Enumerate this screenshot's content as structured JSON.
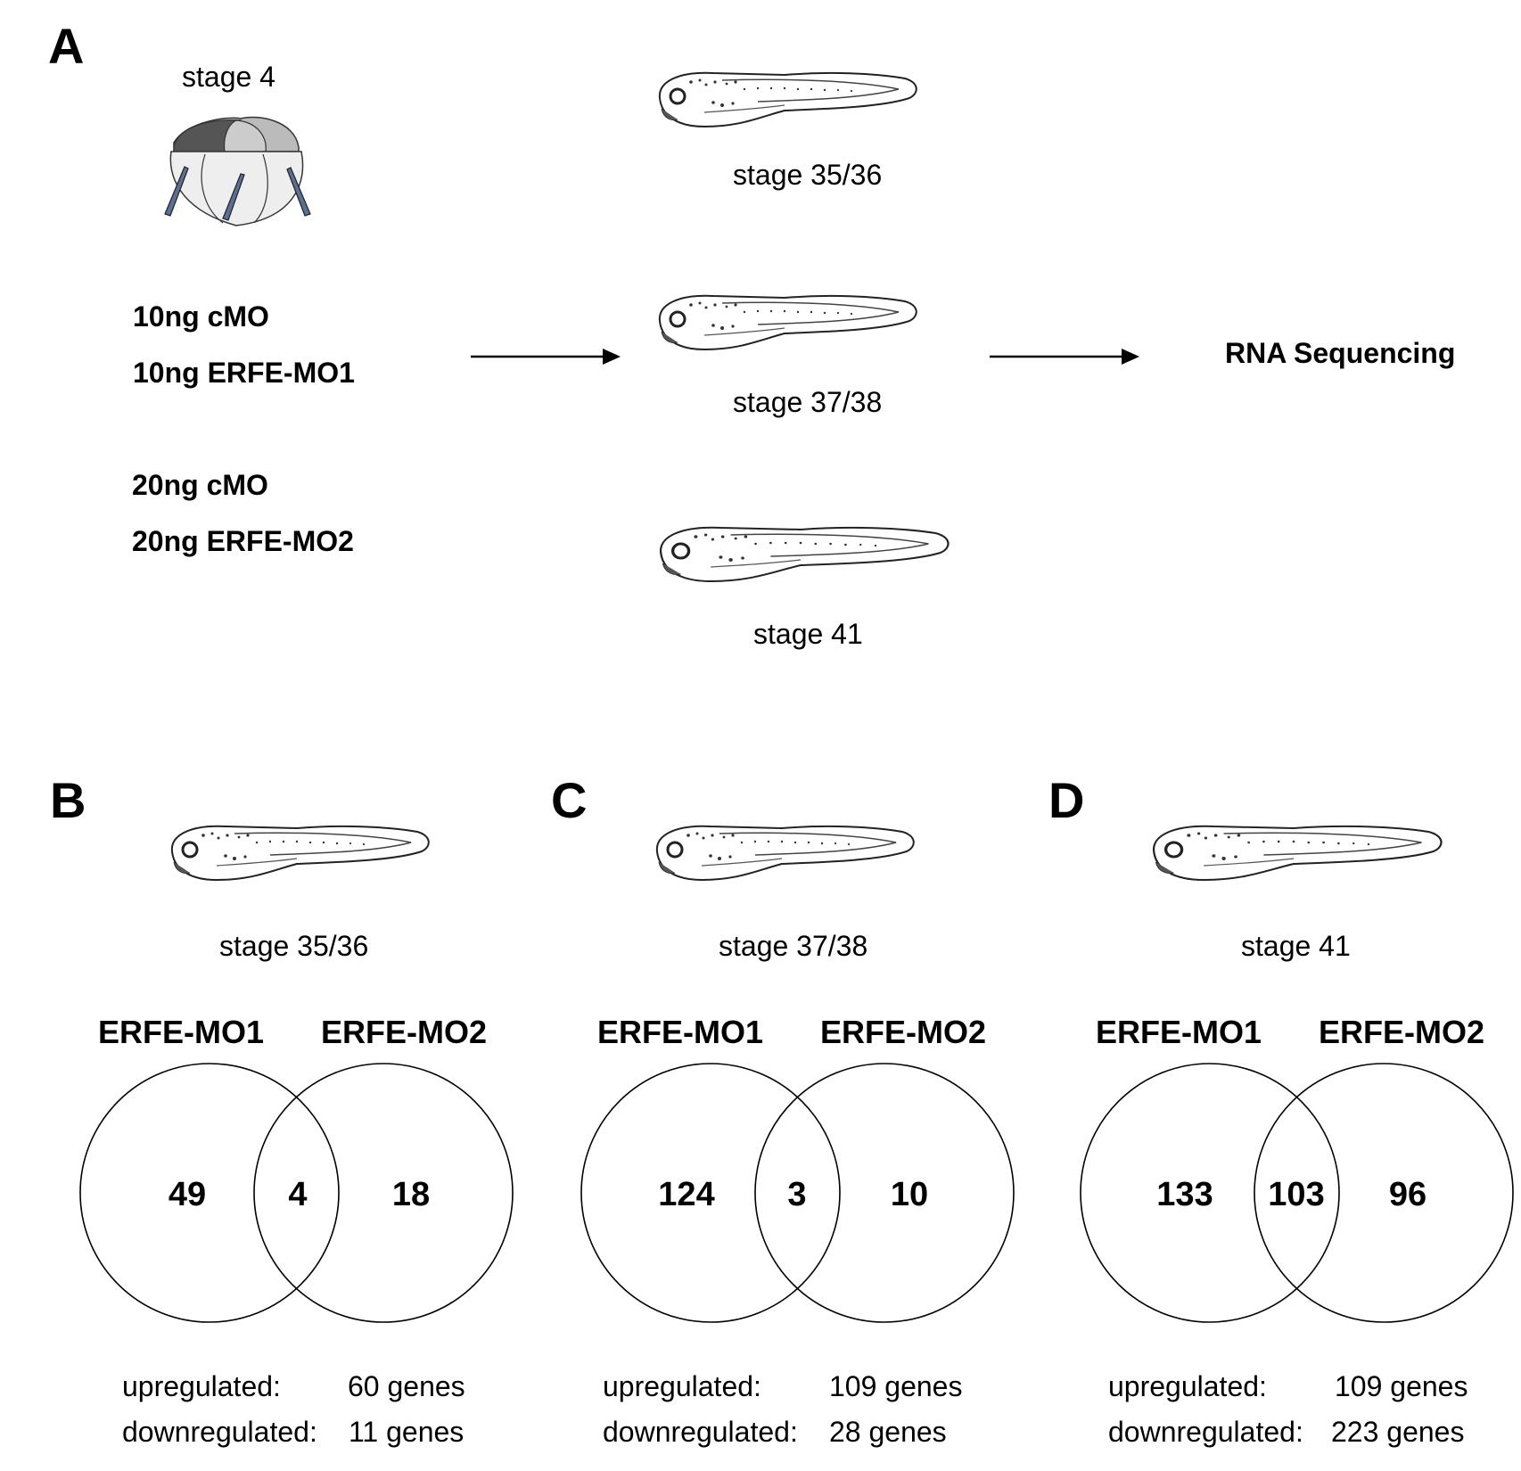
{
  "panel_a": {
    "letter": "A",
    "egg_label": "stage 4",
    "stages": [
      "stage 35/36",
      "stage 37/38",
      "stage 41"
    ],
    "injections": [
      "10ng cMO",
      "10ng ERFE-MO1",
      "20ng cMO",
      "20ng ERFE-MO2"
    ],
    "output_label": "RNA Sequencing",
    "needle_color": "#5b6f95"
  },
  "panels": [
    {
      "letter": "B",
      "stage": "stage 35/36",
      "set_labels": [
        "ERFE-MO1",
        "ERFE-MO2"
      ],
      "only_mo1": "49",
      "overlap": "4",
      "only_mo2": "18",
      "upregulated_label": "upregulated:",
      "upregulated_value": "60 genes",
      "downregulated_label": "downregulated:",
      "downregulated_value": "11 genes"
    },
    {
      "letter": "C",
      "stage": "stage 37/38",
      "set_labels": [
        "ERFE-MO1",
        "ERFE-MO2"
      ],
      "only_mo1": "124",
      "overlap": "3",
      "only_mo2": "10",
      "upregulated_label": "upregulated:",
      "upregulated_value": "109 genes",
      "downregulated_label": "downregulated:",
      "downregulated_value": "28 genes"
    },
    {
      "letter": "D",
      "stage": "stage 41",
      "set_labels": [
        "ERFE-MO1",
        "ERFE-MO2"
      ],
      "only_mo1": "133",
      "overlap": "103",
      "only_mo2": "96",
      "upregulated_label": "upregulated:",
      "upregulated_value": "109 genes",
      "downregulated_label": "downregulated:",
      "downregulated_value": "223 genes"
    }
  ]
}
